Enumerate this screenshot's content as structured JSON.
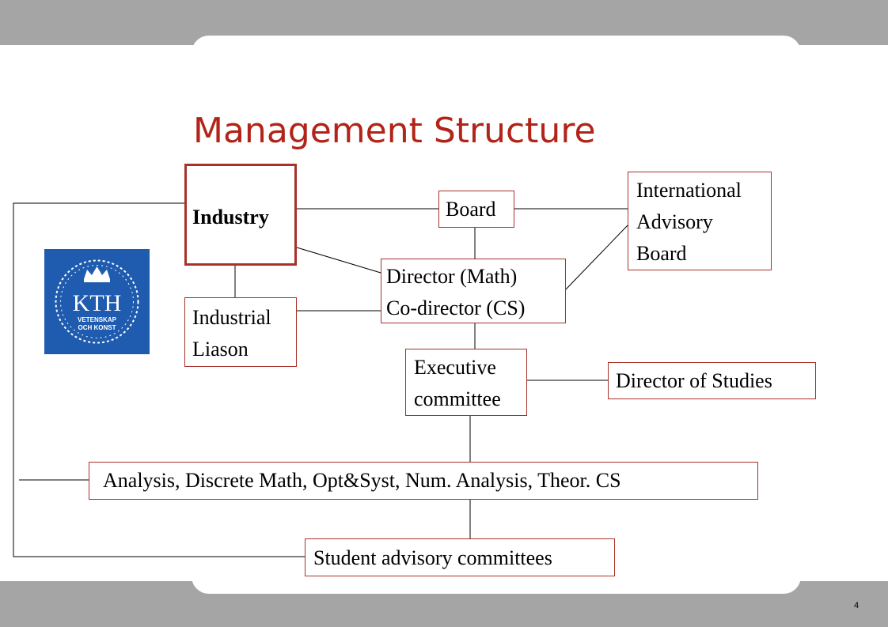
{
  "slide": {
    "title": "Management Structure",
    "page_number": "4"
  },
  "logo": {
    "text": "KTH",
    "subtext_line1": "VETENSKAP",
    "subtext_line2": "OCH KONST",
    "color": "#1f5cb0"
  },
  "nodes": {
    "industry": "Industry",
    "board": "Board",
    "international_advisory_board": [
      "International",
      "Advisory",
      "Board"
    ],
    "director": [
      "Director (Math)",
      "Co-director (CS)"
    ],
    "industrial_liason": [
      "Industrial",
      "Liason"
    ],
    "executive_committee": [
      "Executive",
      "committee"
    ],
    "director_of_studies": "Director of Studies",
    "departments": "Analysis, Discrete Math, Opt&Syst, Num. Analysis, Theor. CS",
    "student_advisory": "Student advisory committees"
  },
  "colors": {
    "accent": "#b22418",
    "box_border": "#a8312a",
    "background_band": "#a5a5a5"
  }
}
